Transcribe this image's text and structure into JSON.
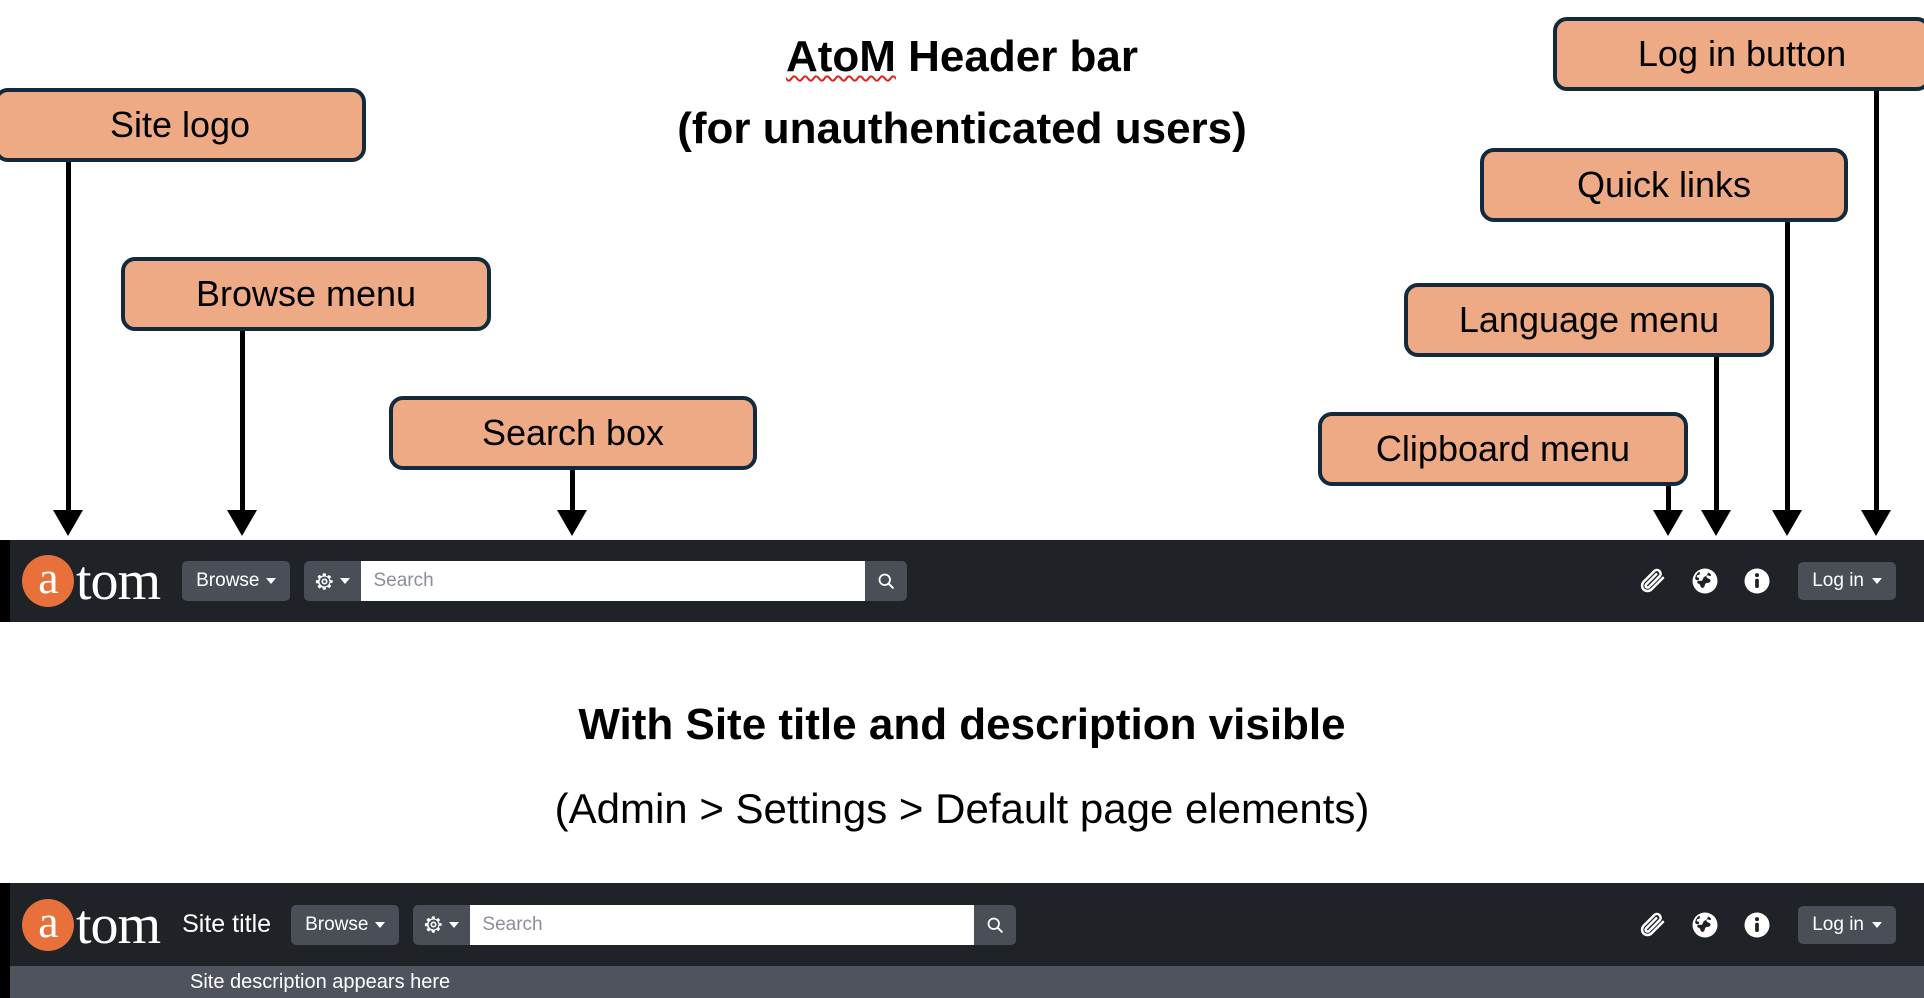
{
  "headings": {
    "main_title_part1": "AtoM",
    "main_title_part2": " Header bar",
    "main_subtitle": "(for unauthenticated users)",
    "section2_title": "With Site title and description visible",
    "section2_subtitle": "(Admin > Settings > Default page elements)"
  },
  "callouts": [
    {
      "id": "site-logo",
      "label": "Site logo"
    },
    {
      "id": "browse-menu",
      "label": "Browse menu"
    },
    {
      "id": "search-box",
      "label": "Search box"
    },
    {
      "id": "log-in-button",
      "label": "Log in button"
    },
    {
      "id": "quick-links",
      "label": "Quick links"
    },
    {
      "id": "language-menu",
      "label": "Language menu"
    },
    {
      "id": "clipboard-menu",
      "label": "Clipboard menu"
    }
  ],
  "header_bar_1": {
    "logo_letter": "a",
    "logo_rest": "tom",
    "browse_label": "Browse",
    "search_placeholder": "Search",
    "search_value": "",
    "login_label": "Log in",
    "icons": [
      "clipboard-paperclip-icon",
      "globe-language-icon",
      "info-quicklinks-icon"
    ]
  },
  "header_bar_2": {
    "logo_letter": "a",
    "logo_rest": "tom",
    "site_title": "Site title",
    "browse_label": "Browse",
    "search_placeholder": "Search",
    "search_value": "",
    "login_label": "Log in",
    "site_description": "Site description appears here",
    "icons": [
      "clipboard-paperclip-icon",
      "globe-language-icon",
      "info-quicklinks-icon"
    ]
  },
  "colors": {
    "callout_fill": "#EDAA84",
    "callout_border": "#13293D",
    "bar_background": "#1F2226",
    "button_background": "#4A4F57",
    "description_bar": "#4E535D",
    "logo_accent": "#E8703A",
    "spellcheck_underline": "#e2231a"
  }
}
